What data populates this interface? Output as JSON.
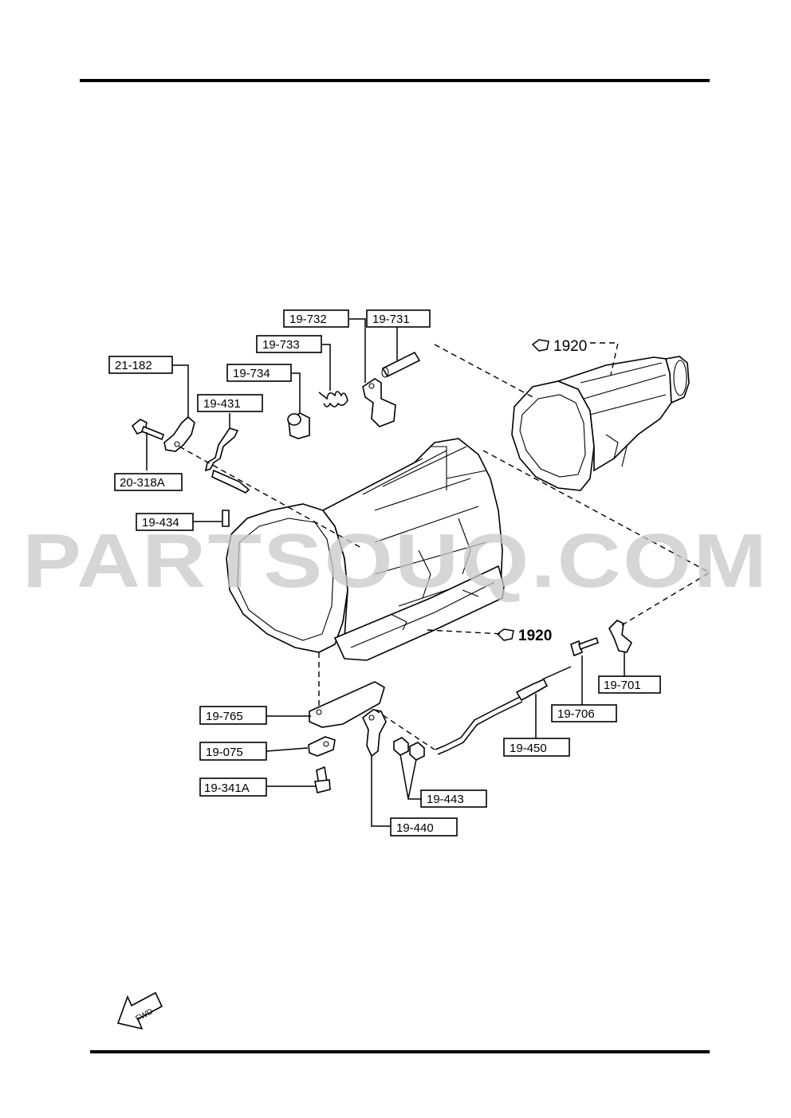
{
  "labels": {
    "p19_731": "19-731",
    "p19_732": "19-732",
    "p19_733": "19-733",
    "p19_734": "19-734",
    "p21_182": "21-182",
    "p19_431": "19-431",
    "p20_318a": "20-318A",
    "p19_434": "19-434",
    "p19_765": "19-765",
    "p19_075": "19-075",
    "p19_341a": "19-341A",
    "p19_443": "19-443",
    "p19_440": "19-440",
    "p19_450": "19-450",
    "p19_706": "19-706",
    "p19_701": "19-701"
  },
  "refs": {
    "top": "1920",
    "bottom": "1920"
  },
  "fwd": "FWD",
  "watermark": "PARTSOUQ.COM"
}
